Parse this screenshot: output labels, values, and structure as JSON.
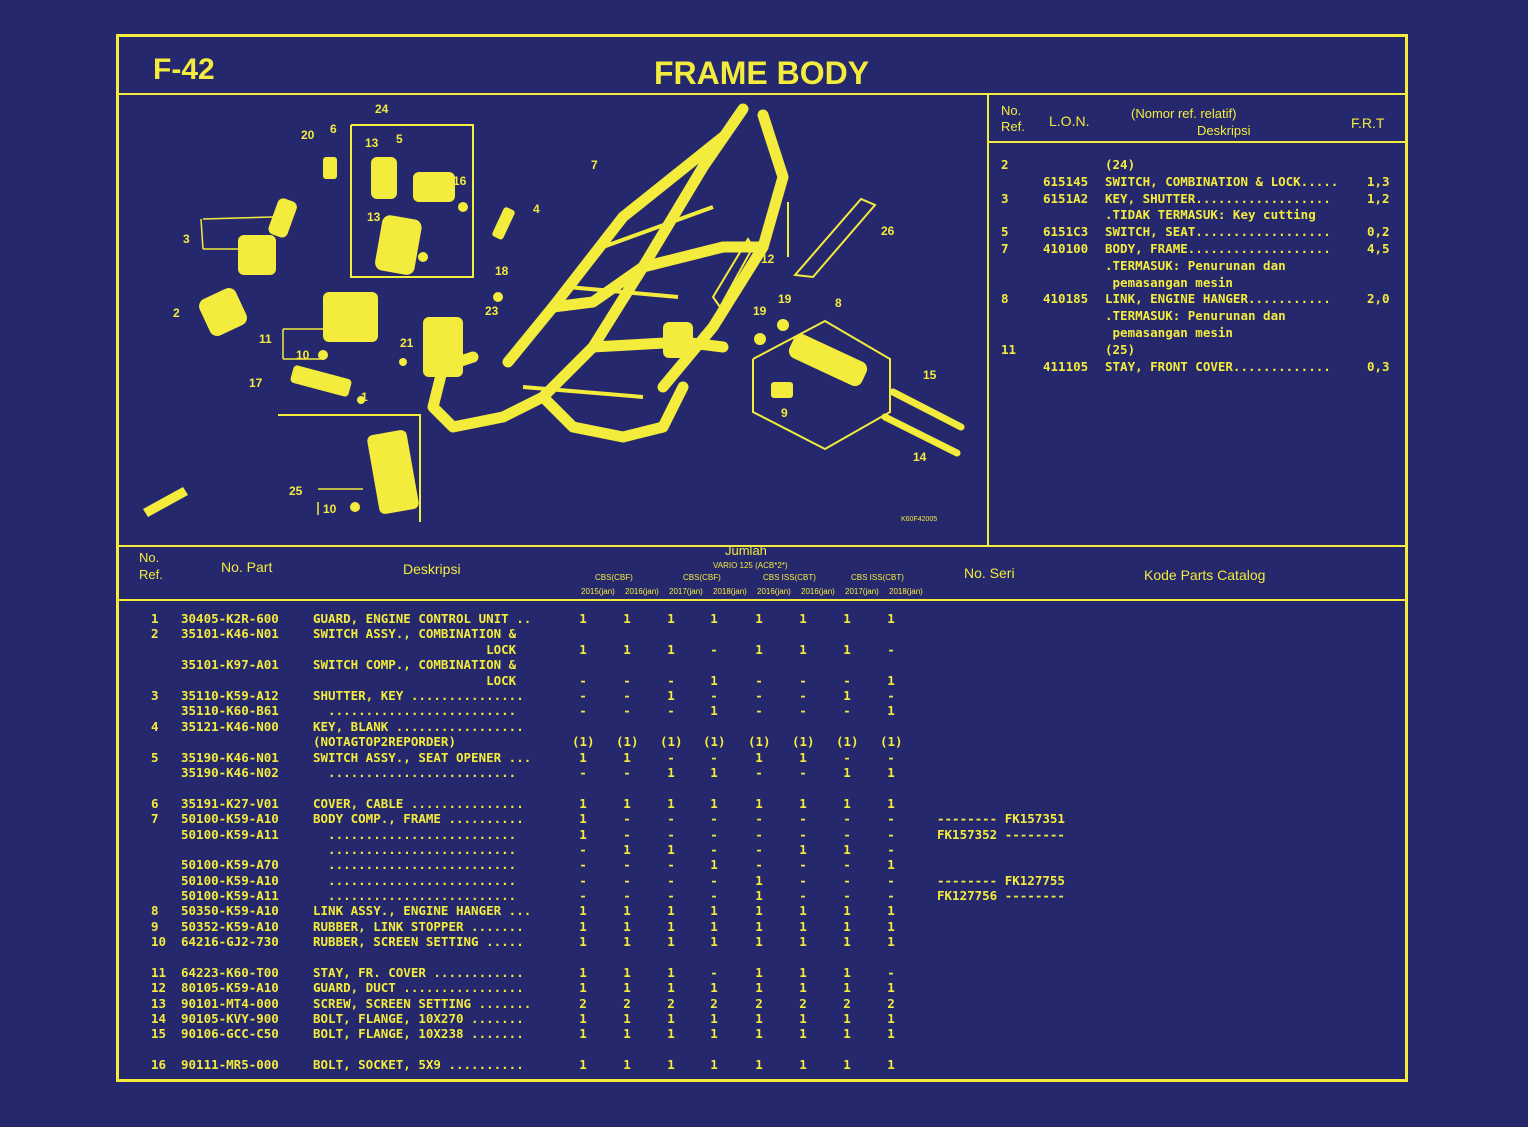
{
  "header": {
    "code": "F-42",
    "title": "FRAME BODY"
  },
  "ref_table": {
    "headers": {
      "ref": [
        "No.",
        "Ref."
      ],
      "lon": "L.O.N.",
      "desc": [
        "(Nomor ref. relatif)",
        "Deskripsi"
      ],
      "frt": "F.R.T"
    },
    "rows": [
      {
        "ref": "2",
        "lon": "",
        "desc": "(24)",
        "frt": ""
      },
      {
        "ref": "",
        "lon": "615145",
        "desc": "SWITCH, COMBINATION & LOCK.....",
        "frt": "1,3"
      },
      {
        "ref": "3",
        "lon": "6151A2",
        "desc": "KEY, SHUTTER..................",
        "frt": "1,2"
      },
      {
        "ref": "",
        "lon": "",
        "desc": ".TIDAK TERMASUK: Key cutting",
        "frt": ""
      },
      {
        "ref": "5",
        "lon": "6151C3",
        "desc": "SWITCH, SEAT..................",
        "frt": "0,2"
      },
      {
        "ref": "7",
        "lon": "410100",
        "desc": "BODY, FRAME...................",
        "frt": "4,5"
      },
      {
        "ref": "",
        "lon": "",
        "desc": ".TERMASUK: Penurunan dan",
        "frt": ""
      },
      {
        "ref": "",
        "lon": "",
        "desc": " pemasangan mesin",
        "frt": ""
      },
      {
        "ref": "8",
        "lon": "410185",
        "desc": "LINK, ENGINE HANGER...........",
        "frt": "2,0"
      },
      {
        "ref": "",
        "lon": "",
        "desc": ".TERMASUK: Penurunan dan",
        "frt": ""
      },
      {
        "ref": "",
        "lon": "",
        "desc": " pemasangan mesin",
        "frt": ""
      },
      {
        "ref": "11",
        "lon": "",
        "desc": "(25)",
        "frt": ""
      },
      {
        "ref": "",
        "lon": "411105",
        "desc": "STAY, FRONT COVER.............",
        "frt": "0,3"
      }
    ]
  },
  "diagram": {
    "labels": [
      "24",
      "20",
      "6",
      "13",
      "5",
      "16",
      "3",
      "13",
      "4",
      "7",
      "26",
      "12",
      "18",
      "2",
      "23",
      "19",
      "19",
      "8",
      "11",
      "10",
      "21",
      "17",
      "1",
      "15",
      "9",
      "25",
      "10",
      "14"
    ],
    "code": "K60F42005"
  },
  "parts_table": {
    "headers": {
      "ref": [
        "No.",
        "Ref."
      ],
      "part": "No. Part",
      "desc": "Deskripsi",
      "jumlah": "Jumlah",
      "jumlah_sub": "VARIO 125 (ACB*2*)",
      "groups": [
        "CBS(CBF)",
        "CBS(CBF)",
        "CBS ISS(CBT)",
        "CBS ISS(CBT)"
      ],
      "years": [
        "2015(jan)",
        "2016(jan)",
        "2017(jan)",
        "2018(jan)",
        "2016(jan)",
        "2016(jan)",
        "2017(jan)",
        "2018(jan)"
      ],
      "seri": "No. Seri",
      "kode": "Kode Parts Catalog"
    },
    "rows": [
      {
        "ref": "1",
        "part": "30405-K2R-600",
        "desc": "GUARD, ENGINE CONTROL UNIT ..",
        "q": [
          "1",
          "1",
          "1",
          "1",
          "1",
          "1",
          "1",
          "1"
        ],
        "seri": ""
      },
      {
        "ref": "2",
        "part": "35101-K46-N01",
        "desc": "SWITCH ASSY., COMBINATION &",
        "q": [
          "",
          "",
          "",
          "",
          "",
          "",
          "",
          ""
        ],
        "seri": ""
      },
      {
        "ref": "",
        "part": "",
        "desc": "                       LOCK",
        "q": [
          "1",
          "1",
          "1",
          "-",
          "1",
          "1",
          "1",
          "-"
        ],
        "seri": ""
      },
      {
        "ref": "",
        "part": "35101-K97-A01",
        "desc": "SWITCH COMP., COMBINATION &",
        "q": [
          "",
          "",
          "",
          "",
          "",
          "",
          "",
          ""
        ],
        "seri": ""
      },
      {
        "ref": "",
        "part": "",
        "desc": "                       LOCK",
        "q": [
          "-",
          "-",
          "-",
          "1",
          "-",
          "-",
          "-",
          "1"
        ],
        "seri": ""
      },
      {
        "ref": "3",
        "part": "35110-K59-A12",
        "desc": "SHUTTER, KEY ...............",
        "q": [
          "-",
          "-",
          "1",
          "-",
          "-",
          "-",
          "1",
          "-"
        ],
        "seri": ""
      },
      {
        "ref": "",
        "part": "35110-K60-B61",
        "desc": "  .........................",
        "q": [
          "-",
          "-",
          "-",
          "1",
          "-",
          "-",
          "-",
          "1"
        ],
        "seri": ""
      },
      {
        "ref": "4",
        "part": "35121-K46-N00",
        "desc": "KEY, BLANK .................",
        "q": [
          "",
          "",
          "",
          "",
          "",
          "",
          "",
          ""
        ],
        "seri": ""
      },
      {
        "ref": "",
        "part": "",
        "desc": "(NOTAGTOP2REPORDER)",
        "q": [
          "(1)",
          "(1)",
          "(1)",
          "(1)",
          "(1)",
          "(1)",
          "(1)",
          "(1)"
        ],
        "seri": ""
      },
      {
        "ref": "5",
        "part": "35190-K46-N01",
        "desc": "SWITCH ASSY., SEAT OPENER ...",
        "q": [
          "1",
          "1",
          "-",
          "-",
          "1",
          "1",
          "-",
          "-"
        ],
        "seri": ""
      },
      {
        "ref": "",
        "part": "35190-K46-N02",
        "desc": "  .........................",
        "q": [
          "-",
          "-",
          "1",
          "1",
          "-",
          "-",
          "1",
          "1"
        ],
        "seri": ""
      },
      {
        "ref": "6",
        "part": "35191-K27-V01",
        "desc": "COVER, CABLE ...............",
        "q": [
          "1",
          "1",
          "1",
          "1",
          "1",
          "1",
          "1",
          "1"
        ],
        "seri": ""
      },
      {
        "ref": "7",
        "part": "50100-K59-A10",
        "desc": "BODY COMP., FRAME ..........",
        "q": [
          "1",
          "-",
          "-",
          "-",
          "-",
          "-",
          "-",
          "-"
        ],
        "seri": "-------- FK157351"
      },
      {
        "ref": "",
        "part": "50100-K59-A11",
        "desc": "  .........................",
        "q": [
          "1",
          "-",
          "-",
          "-",
          "-",
          "-",
          "-",
          "-"
        ],
        "seri": "FK157352 --------"
      },
      {
        "ref": "",
        "part": "",
        "desc": "  .........................",
        "q": [
          "-",
          "1",
          "1",
          "-",
          "-",
          "1",
          "1",
          "-"
        ],
        "seri": ""
      },
      {
        "ref": "",
        "part": "50100-K59-A70",
        "desc": "  .........................",
        "q": [
          "-",
          "-",
          "-",
          "1",
          "-",
          "-",
          "-",
          "1"
        ],
        "seri": ""
      },
      {
        "ref": "",
        "part": "50100-K59-A10",
        "desc": "  .........................",
        "q": [
          "-",
          "-",
          "-",
          "-",
          "1",
          "-",
          "-",
          "-"
        ],
        "seri": "-------- FK127755"
      },
      {
        "ref": "",
        "part": "50100-K59-A11",
        "desc": "  .........................",
        "q": [
          "-",
          "-",
          "-",
          "-",
          "1",
          "-",
          "-",
          "-"
        ],
        "seri": "FK127756 --------"
      },
      {
        "ref": "8",
        "part": "50350-K59-A10",
        "desc": "LINK ASSY., ENGINE HANGER ...",
        "q": [
          "1",
          "1",
          "1",
          "1",
          "1",
          "1",
          "1",
          "1"
        ],
        "seri": ""
      },
      {
        "ref": "9",
        "part": "50352-K59-A10",
        "desc": "RUBBER, LINK STOPPER .......",
        "q": [
          "1",
          "1",
          "1",
          "1",
          "1",
          "1",
          "1",
          "1"
        ],
        "seri": ""
      },
      {
        "ref": "10",
        "part": "64216-GJ2-730",
        "desc": "RUBBER, SCREEN SETTING .....",
        "q": [
          "1",
          "1",
          "1",
          "1",
          "1",
          "1",
          "1",
          "1"
        ],
        "seri": ""
      },
      {
        "ref": "11",
        "part": "64223-K60-T00",
        "desc": "STAY, FR. COVER ............",
        "q": [
          "1",
          "1",
          "1",
          "-",
          "1",
          "1",
          "1",
          "-"
        ],
        "seri": ""
      },
      {
        "ref": "12",
        "part": "80105-K59-A10",
        "desc": "GUARD, DUCT ................",
        "q": [
          "1",
          "1",
          "1",
          "1",
          "1",
          "1",
          "1",
          "1"
        ],
        "seri": ""
      },
      {
        "ref": "13",
        "part": "90101-MT4-000",
        "desc": "SCREW, SCREEN SETTING .......",
        "q": [
          "2",
          "2",
          "2",
          "2",
          "2",
          "2",
          "2",
          "2"
        ],
        "seri": ""
      },
      {
        "ref": "14",
        "part": "90105-KVY-900",
        "desc": "BOLT, FLANGE, 10X270 .......",
        "q": [
          "1",
          "1",
          "1",
          "1",
          "1",
          "1",
          "1",
          "1"
        ],
        "seri": ""
      },
      {
        "ref": "15",
        "part": "90106-GCC-C50",
        "desc": "BOLT, FLANGE, 10X238 .......",
        "q": [
          "1",
          "1",
          "1",
          "1",
          "1",
          "1",
          "1",
          "1"
        ],
        "seri": ""
      },
      {
        "ref": "16",
        "part": "90111-MR5-000",
        "desc": "BOLT, SOCKET, 5X9 ..........",
        "q": [
          "1",
          "1",
          "1",
          "1",
          "1",
          "1",
          "1",
          "1"
        ],
        "seri": ""
      }
    ]
  }
}
